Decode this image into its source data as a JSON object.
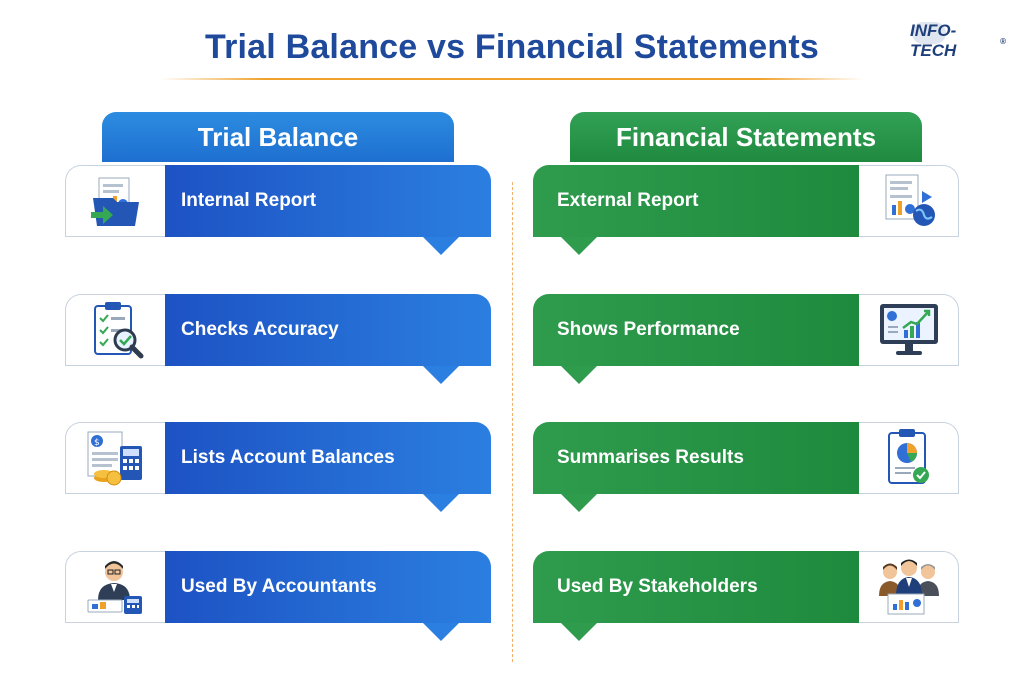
{
  "title": "Trial Balance vs Financial Statements",
  "logo": {
    "text": "INFO-TECH",
    "mark": "®"
  },
  "columns": {
    "left": {
      "header": "Trial Balance",
      "color": "#1e6fd0",
      "items": [
        {
          "label": "Internal Report",
          "icon": "folder-report-icon"
        },
        {
          "label": "Checks Accuracy",
          "icon": "clipboard-magnifier-icon"
        },
        {
          "label": "Lists Account Balances",
          "icon": "ledger-calculator-coins-icon"
        },
        {
          "label": "Used By Accountants",
          "icon": "accountant-icon"
        }
      ]
    },
    "right": {
      "header": "Financial Statements",
      "color": "#1f8a3f",
      "items": [
        {
          "label": "External Report",
          "icon": "report-globe-icon"
        },
        {
          "label": "Shows Performance",
          "icon": "monitor-chart-icon"
        },
        {
          "label": "Summarises Results",
          "icon": "clipboard-pie-chart-icon"
        },
        {
          "label": "Used By Stakeholders",
          "icon": "stakeholders-icon"
        }
      ]
    }
  },
  "colors": {
    "title": "#1f4a9c",
    "accent_rule": "#f0a12a",
    "divider": "#f2b06b"
  }
}
